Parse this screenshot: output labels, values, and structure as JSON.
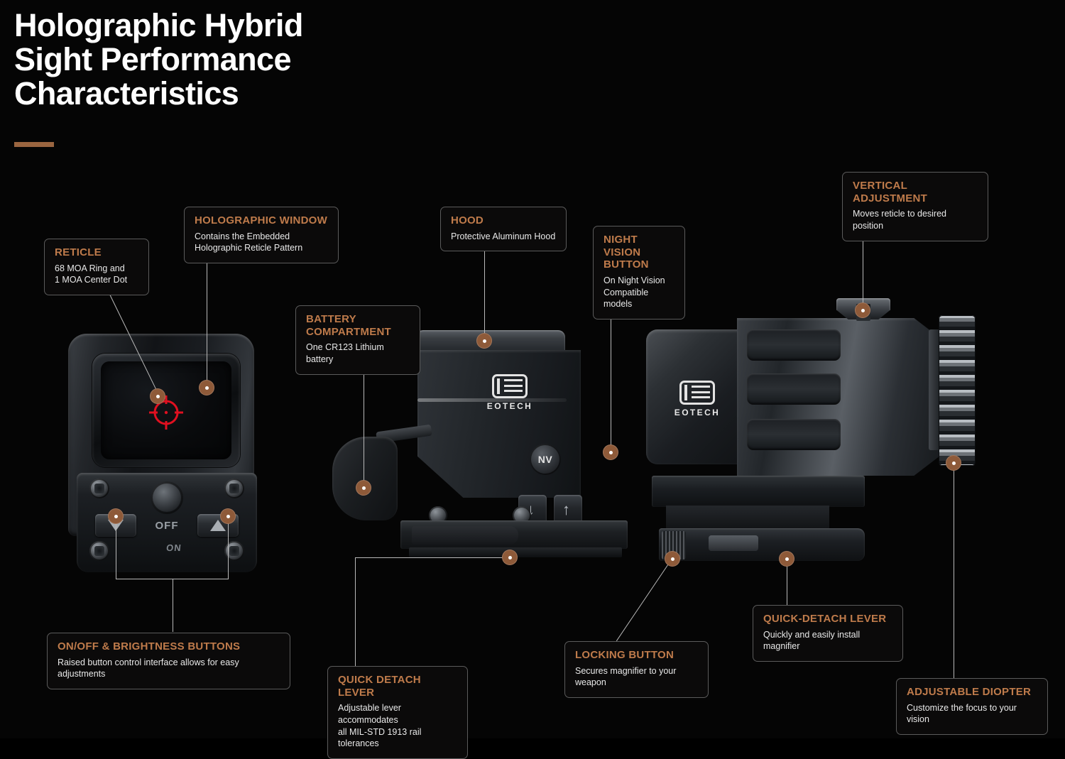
{
  "page": {
    "title": "Holographic Hybrid\nSight Performance\nCharacteristics",
    "background_color": "#050505",
    "accent_color": "#9a6540",
    "heading_color": "#bf7b4b",
    "body_text_color": "#e9e9e9"
  },
  "products": {
    "front_sight": {
      "name": "EOTECH holographic sight - front view",
      "reticle_color": "#e01020",
      "off_label": "OFF",
      "on_label": "ON"
    },
    "side_sight": {
      "name": "EOTECH holographic sight - side view",
      "brand": "EOTECH",
      "nv_button_label": "NV",
      "down_arrow": "↓",
      "up_arrow": "↑"
    },
    "magnifier": {
      "name": "EOTECH magnifier with quick-detach mount",
      "brand": "EOTECH"
    }
  },
  "callouts": [
    {
      "id": "reticle",
      "title": "RETICLE",
      "body": "68 MOA Ring and\n1 MOA Center Dot"
    },
    {
      "id": "holographic-window",
      "title": "HOLOGRAPHIC WINDOW",
      "body": "Contains the Embedded\nHolographic Reticle Pattern"
    },
    {
      "id": "battery-compartment",
      "title": "BATTERY\nCOMPARTMENT",
      "body": "One CR123 Lithium battery"
    },
    {
      "id": "hood",
      "title": "HOOD",
      "body": "Protective Aluminum Hood"
    },
    {
      "id": "night-vision-button",
      "title": "NIGHT VISION\nBUTTON",
      "body": "On Night Vision\nCompatible models"
    },
    {
      "id": "vertical-adjustment",
      "title": "VERTICAL ADJUSTMENT",
      "body": "Moves reticle to desired position"
    },
    {
      "id": "on-off-brightness-buttons",
      "title": "ON/OFF & BRIGHTNESS BUTTONS",
      "body": "Raised button control interface allows for easy adjustments"
    },
    {
      "id": "quick-detach-lever-sight",
      "title": "QUICK DETACH LEVER",
      "body": "Adjustable lever accommodates\nall MIL-STD 1913 rail tolerances"
    },
    {
      "id": "locking-button",
      "title": "LOCKING BUTTON",
      "body": "Secures magnifier to your weapon"
    },
    {
      "id": "quick-detach-lever-magnifier",
      "title": "QUICK-DETACH LEVER",
      "body": "Quickly and easily install magnifier"
    },
    {
      "id": "adjustable-diopter",
      "title": "ADJUSTABLE DIOPTER",
      "body": "Customize the focus to your vision"
    }
  ]
}
